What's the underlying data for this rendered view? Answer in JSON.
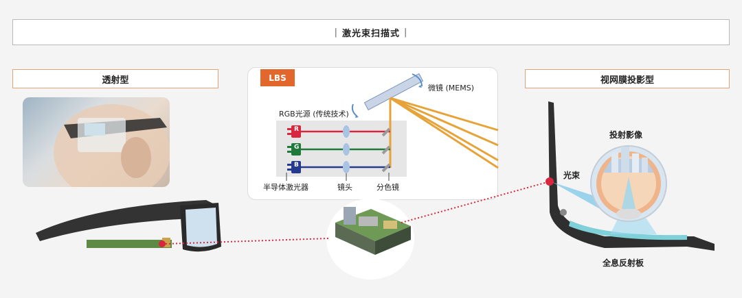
{
  "header": {
    "title": "激光束扫描式"
  },
  "left": {
    "label": "透射型"
  },
  "right": {
    "label": "视网膜投影型",
    "projected_image": "投射影像",
    "light_beam": "光束",
    "reflector": "全息反射板"
  },
  "lbs": {
    "tag": "LBS",
    "mirror": "微镜 (MEMS)",
    "rgb_source": "RGB光源 (传统技术)",
    "lasers": [
      "R",
      "G",
      "B"
    ],
    "laser_label": "半导体激光器",
    "lens_label": "镜头",
    "dichroic_label": "分色镜"
  },
  "colors": {
    "accent": "#e2672c",
    "red": "#d7263d",
    "green": "#1f7a3a",
    "blue": "#243a8f",
    "beam": "#e5a33a"
  }
}
